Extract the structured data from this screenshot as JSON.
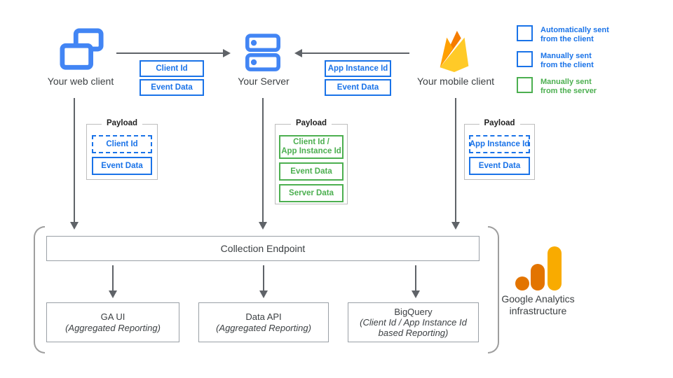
{
  "nodes": {
    "web_client": {
      "label": "Your web client",
      "icon": "browser-windows-icon"
    },
    "server": {
      "label": "Your Server",
      "icon": "server-stack-icon"
    },
    "mobile_client": {
      "label": "Your mobile client",
      "icon": "firebase-flame-icon"
    }
  },
  "flows": {
    "web_to_server": {
      "chips": [
        "Client Id",
        "Event Data"
      ]
    },
    "mobile_to_server": {
      "chips": [
        "App Instance Id",
        "Event Data"
      ]
    }
  },
  "payloads": {
    "web": {
      "title": "Payload",
      "items": [
        {
          "line1": "Client Id",
          "style": "auto-client"
        },
        {
          "line1": "Event Data",
          "style": "manual-client"
        }
      ]
    },
    "server": {
      "title": "Payload",
      "items": [
        {
          "line1": "Client Id /",
          "line2": "App Instance Id",
          "style": "manual-server"
        },
        {
          "line1": "Event Data",
          "style": "manual-server"
        },
        {
          "line1": "Server Data",
          "style": "manual-server"
        }
      ]
    },
    "mobile": {
      "title": "Payload",
      "items": [
        {
          "line1": "App Instance Id",
          "style": "auto-client"
        },
        {
          "line1": "Event Data",
          "style": "manual-client"
        }
      ]
    }
  },
  "legend": {
    "items": [
      {
        "line1": "Automatically sent",
        "line2": "from the client",
        "style": "auto-client"
      },
      {
        "line1": "Manually sent",
        "line2": "from the client",
        "style": "manual-client"
      },
      {
        "line1": "Manually sent",
        "line2": "from the server",
        "style": "manual-server"
      }
    ]
  },
  "infrastructure": {
    "endpoint_label": "Collection Endpoint",
    "outputs": [
      {
        "title": "GA UI",
        "sub1": "(Aggregated Reporting)"
      },
      {
        "title": "Data API",
        "sub1": "(Aggregated Reporting)"
      },
      {
        "title": "BigQuery",
        "sub1": "(Client Id / App Instance Id",
        "sub2": "based Reporting)"
      }
    ],
    "caption_line1": "Google Analytics",
    "caption_line2": "infrastructure"
  },
  "colors": {
    "blue": "#1a73e8",
    "green": "#4caf50",
    "icon_blue": "#4285f4",
    "arrow_gray": "#5f6368",
    "box_border_gray": "#9aa0a6",
    "firebase_amber": "#ffa000",
    "firebase_dark_orange": "#f57c00",
    "firebase_yellow": "#ffca28",
    "ga_dark_orange": "#e37400",
    "ga_amber": "#f9ab00"
  }
}
